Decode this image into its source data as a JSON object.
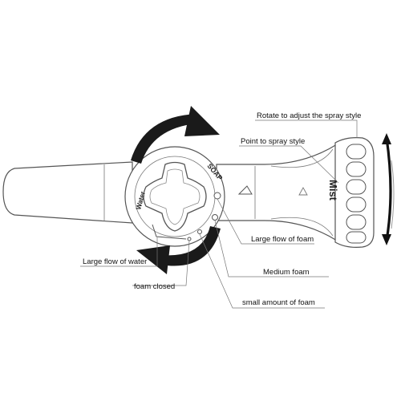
{
  "labels": {
    "rotate": "Rotate to adjust the spray style",
    "point": "Point to spray style",
    "large_foam": "Large flow of foam",
    "medium_foam": "Medium foam",
    "small_foam": "small amount of foam",
    "large_water": "Large flow of water",
    "foam_closed": "foam closed"
  },
  "nozzle_text": "Mist",
  "dial": {
    "soap_label": "SOAP",
    "water_label": "Water"
  },
  "colors": {
    "line": "#555555",
    "arrow": "#1a1a1a",
    "text": "#111111"
  }
}
